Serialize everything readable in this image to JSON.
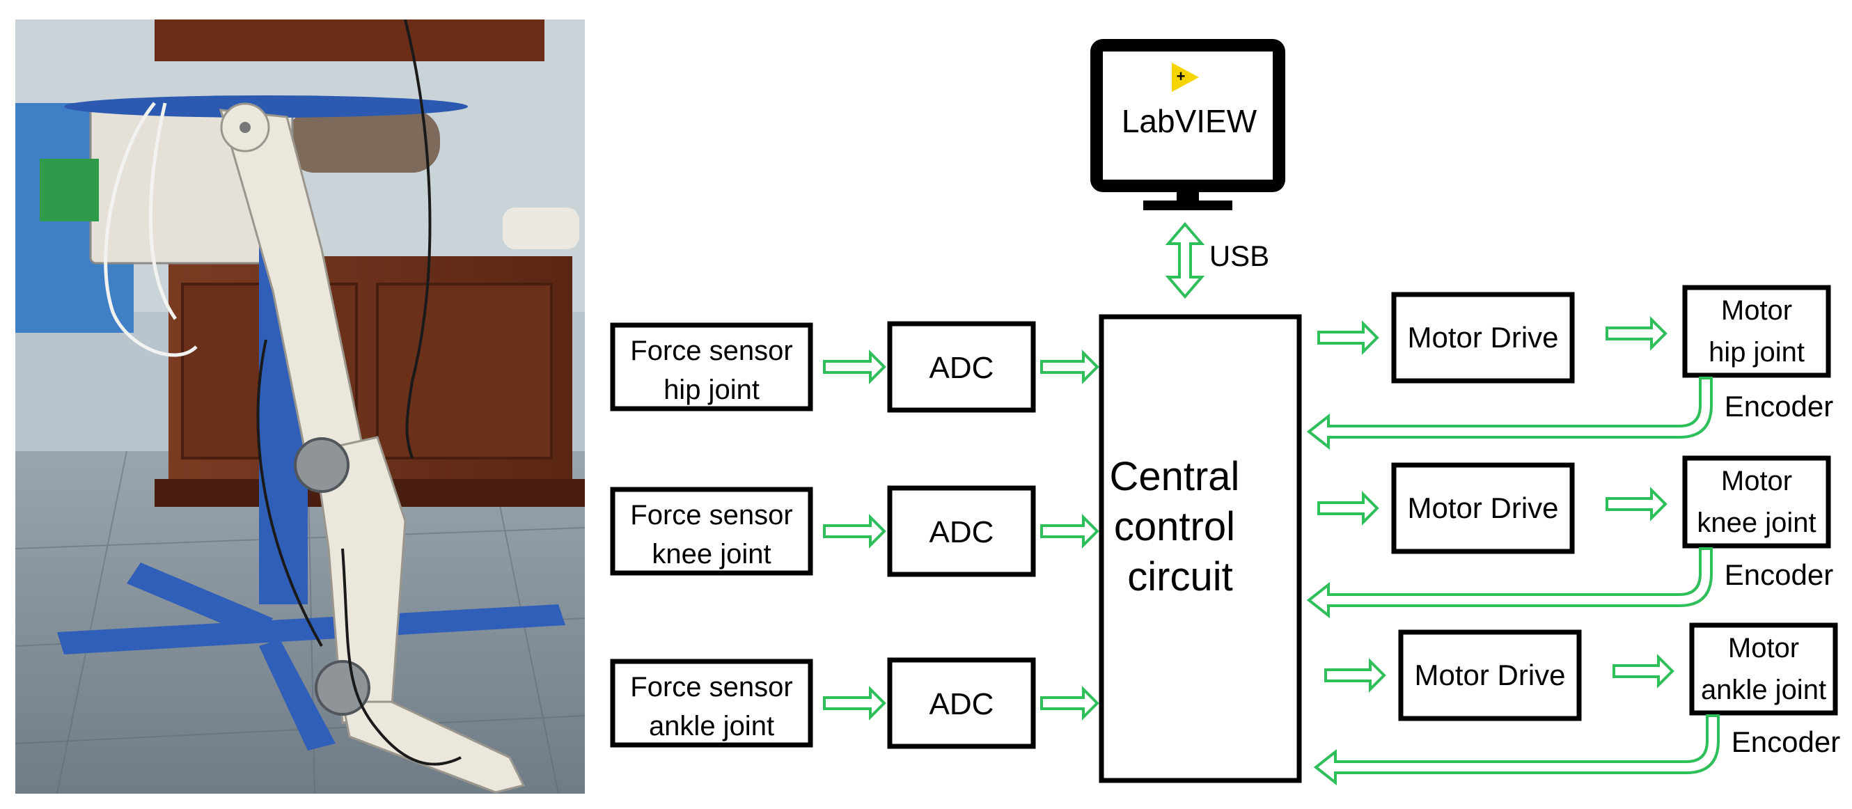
{
  "software": {
    "logo_text": "LabVIEW"
  },
  "usb_label": "USB",
  "central": {
    "lines": [
      "Central",
      "control",
      "circuit"
    ]
  },
  "sensors": [
    {
      "line1": "Force sensor",
      "line2": "hip joint"
    },
    {
      "line1": "Force sensor",
      "line2": "knee joint"
    },
    {
      "line1": "Force sensor",
      "line2": "ankle joint"
    }
  ],
  "adc_label": "ADC",
  "motor_drive_label": "Motor Drive",
  "motors": [
    {
      "line1": "Motor",
      "line2": "hip joint"
    },
    {
      "line1": "Motor",
      "line2": "knee joint"
    },
    {
      "line1": "Motor",
      "line2": "ankle joint"
    }
  ],
  "encoder_label": "Encoder",
  "colors": {
    "arrow": "#2fbf5a",
    "logo_yellow": "#f5d400",
    "frame_blue": "#2f5fb8"
  }
}
